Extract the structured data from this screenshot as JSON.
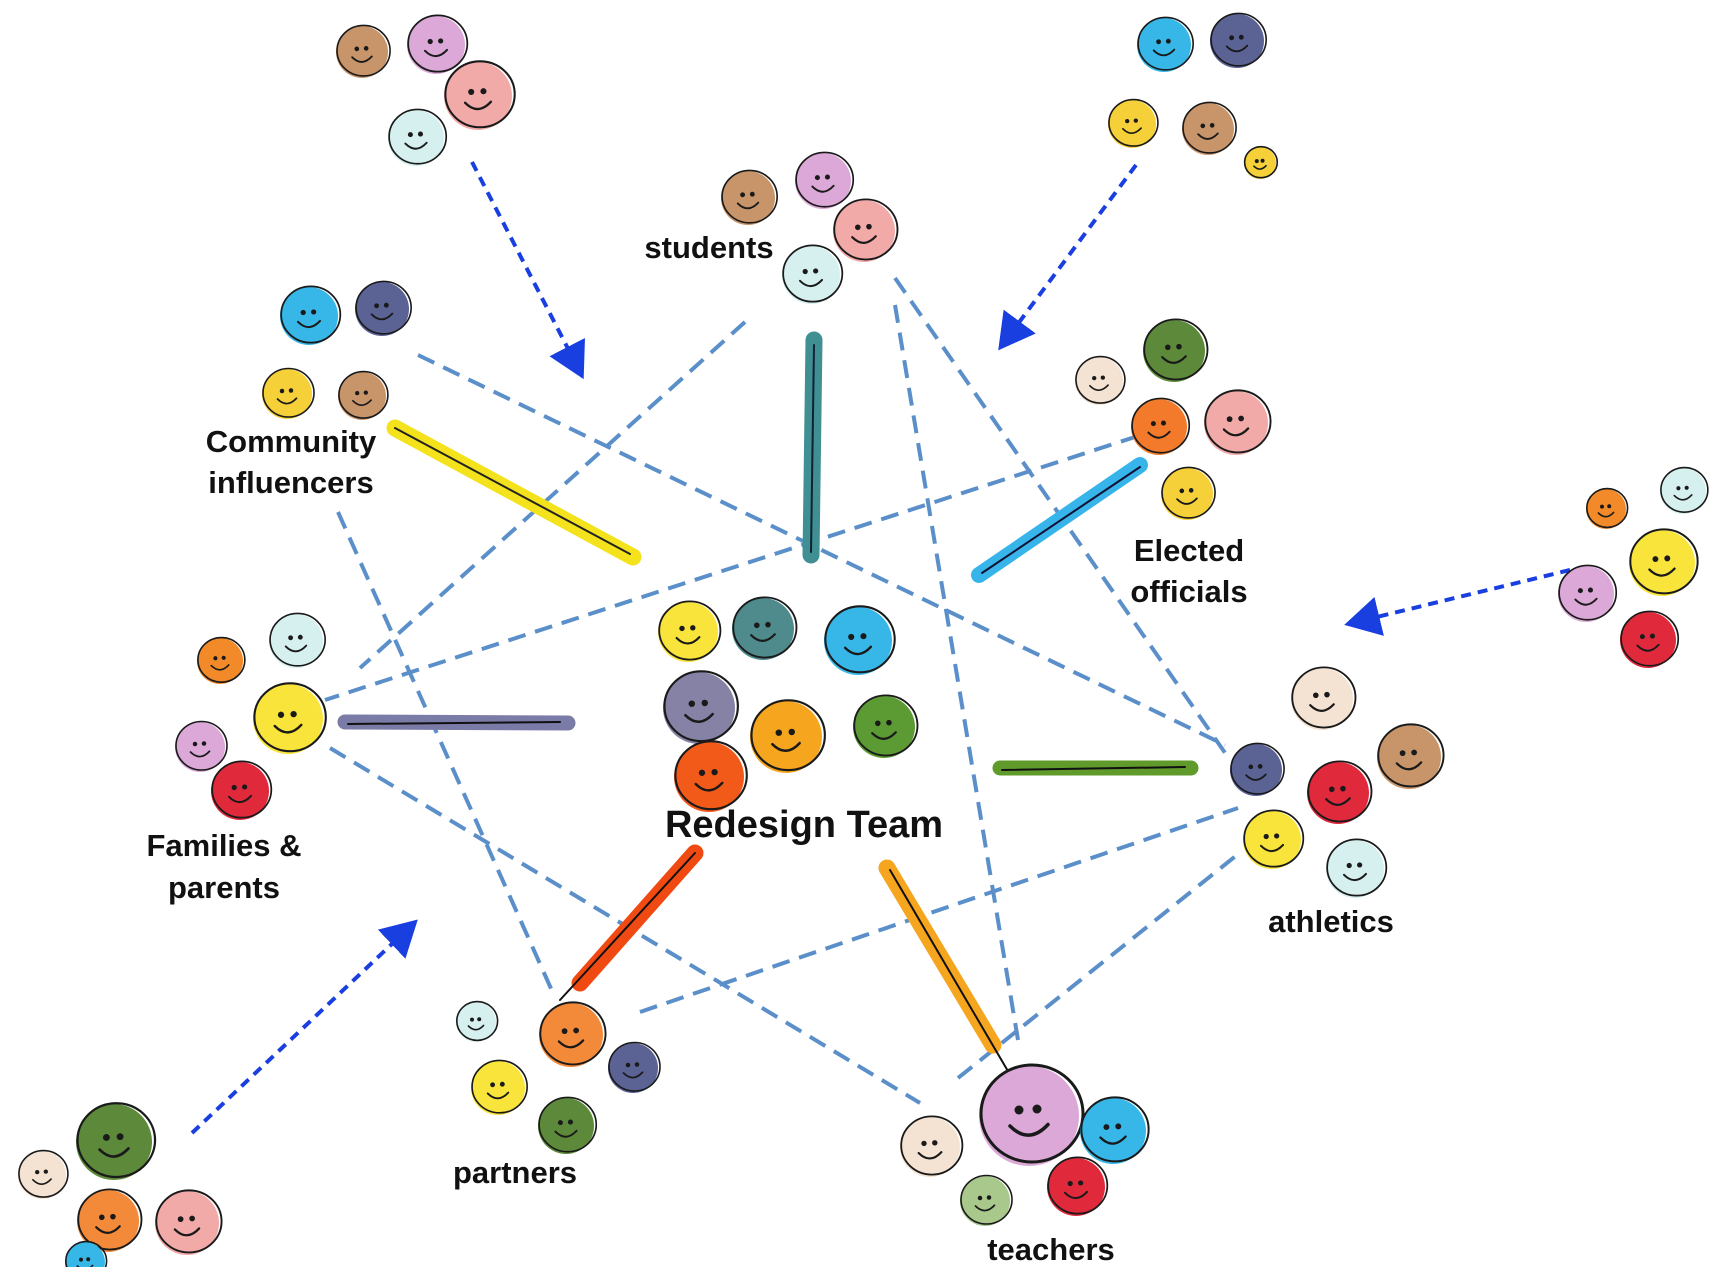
{
  "center": {
    "label": "Redesign Team"
  },
  "groups": {
    "students": {
      "label": "students"
    },
    "community": {
      "label_line1": "Community",
      "label_line2": "influencers"
    },
    "elected": {
      "label_line1": "Elected",
      "label_line2": "officials"
    },
    "families": {
      "label_line1": "Families &",
      "label_line2": "parents"
    },
    "athletics": {
      "label": "athletics"
    },
    "partners": {
      "label": "partners"
    },
    "teachers": {
      "label": "teachers"
    }
  },
  "colors": {
    "dashed_link": "#5b8fc9",
    "incoming_arrow": "#1a3fe0",
    "spoke_students": "#3f8f93",
    "spoke_community": "#f3e21c",
    "spoke_elected": "#37b4ea",
    "spoke_families": "#7b7ba8",
    "spoke_athletics": "#5f9a2a",
    "spoke_partners": "#f04a12",
    "spoke_teachers": "#f5a51e"
  }
}
